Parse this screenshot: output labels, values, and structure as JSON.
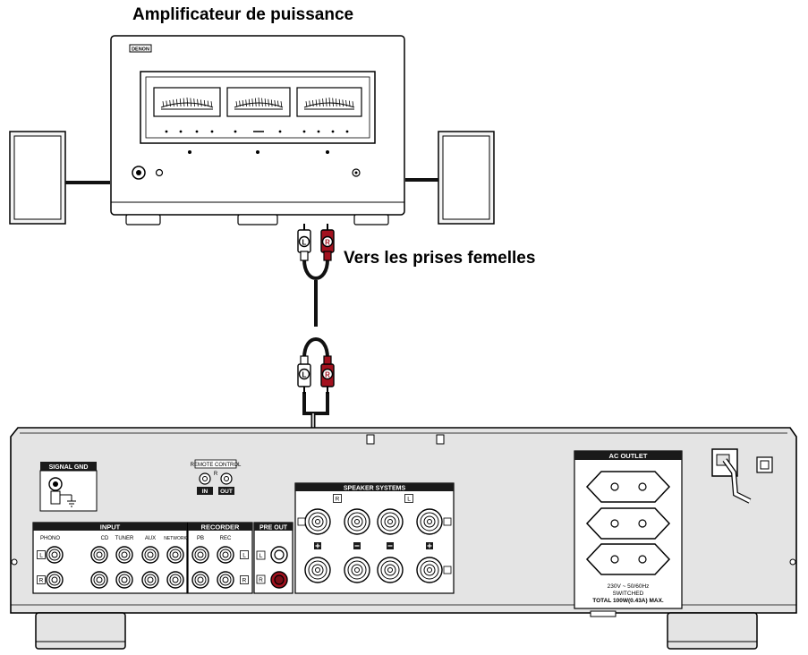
{
  "captions": {
    "power_amp_title": "Amplificateur de puissance",
    "jack_caption": "Vers les prises femelles"
  },
  "power_amp": {
    "badge": "DENON"
  },
  "plugs": {
    "left": "L",
    "right": "R"
  },
  "receiver": {
    "signal_gnd": "SIGNAL GND",
    "remote_control": "REMOTE CONTROL",
    "remote_in": "IN",
    "remote_out": "OUT",
    "remote_r": "R",
    "input_header": "INPUT",
    "input_jacks": [
      "PHONO",
      "CD",
      "TUNER",
      "AUX",
      "NETWORK"
    ],
    "recorder_header": "RECORDER",
    "recorder_jacks": [
      "PB",
      "REC"
    ],
    "pre_out": "PRE OUT",
    "speaker_systems": "SPEAKER SYSTEMS",
    "ac_outlet": "AC OUTLET",
    "ac_rating_1": "230V ~ 50/60Hz",
    "ac_rating_2": "SWITCHED",
    "ac_rating_3": "TOTAL 100W(0.43A) MAX."
  },
  "colors": {
    "panel": "#e4e4e4",
    "label_bg": "#1a1a1a",
    "red_jack": "#a3121f",
    "cable": "#111111"
  }
}
